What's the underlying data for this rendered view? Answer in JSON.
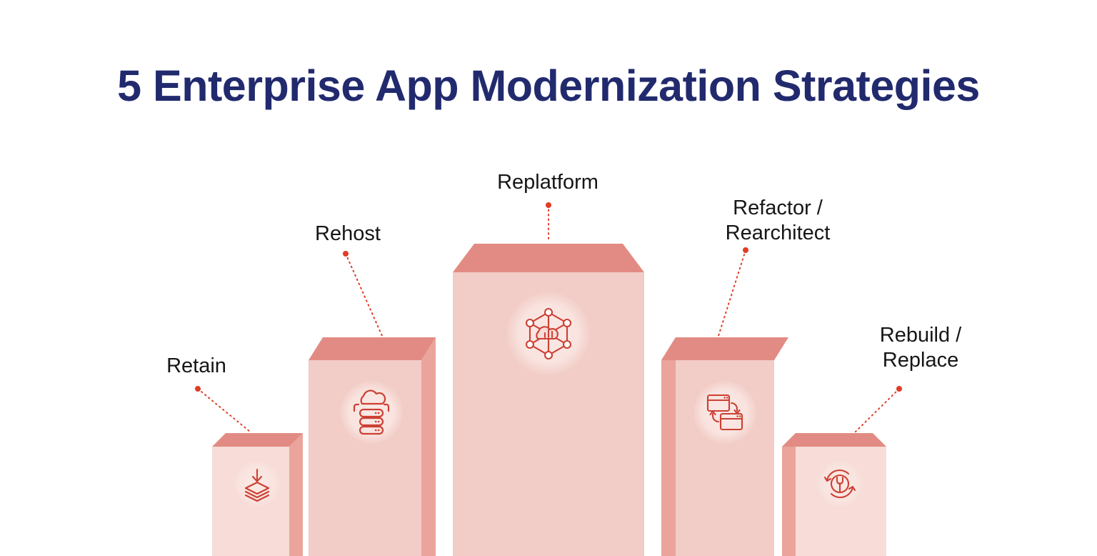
{
  "page": {
    "title": "5 Enterprise App Modernization Strategies",
    "background_color": "#ffffff",
    "title_color": "#222a6e"
  },
  "palette": {
    "podium_top": "#e28b84",
    "podium_front": "#f2ccc6",
    "podium_front_light": "#f7dcd7",
    "podium_side": "#eaa49c",
    "badge": "#fae5e1",
    "icon_stroke": "#cc4033",
    "leader_line": "#e23b26",
    "label_text": "#161616"
  },
  "strategies": [
    {
      "id": "retain",
      "label": "Retain",
      "icon": "layers-download-icon",
      "rank": 5,
      "position": "far-left"
    },
    {
      "id": "rehost",
      "label": "Rehost",
      "icon": "cloud-server-icon",
      "rank": 3,
      "position": "left"
    },
    {
      "id": "replatform",
      "label": "Replatform",
      "icon": "network-cloud-chart-icon",
      "rank": 1,
      "position": "center"
    },
    {
      "id": "refactor",
      "label": "Refactor /\nRearchitect",
      "icon": "windows-exchange-icon",
      "rank": 2,
      "position": "right"
    },
    {
      "id": "rebuild",
      "label": "Rebuild /\nReplace",
      "icon": "wrench-refresh-icon",
      "rank": 4,
      "position": "far-right"
    }
  ]
}
